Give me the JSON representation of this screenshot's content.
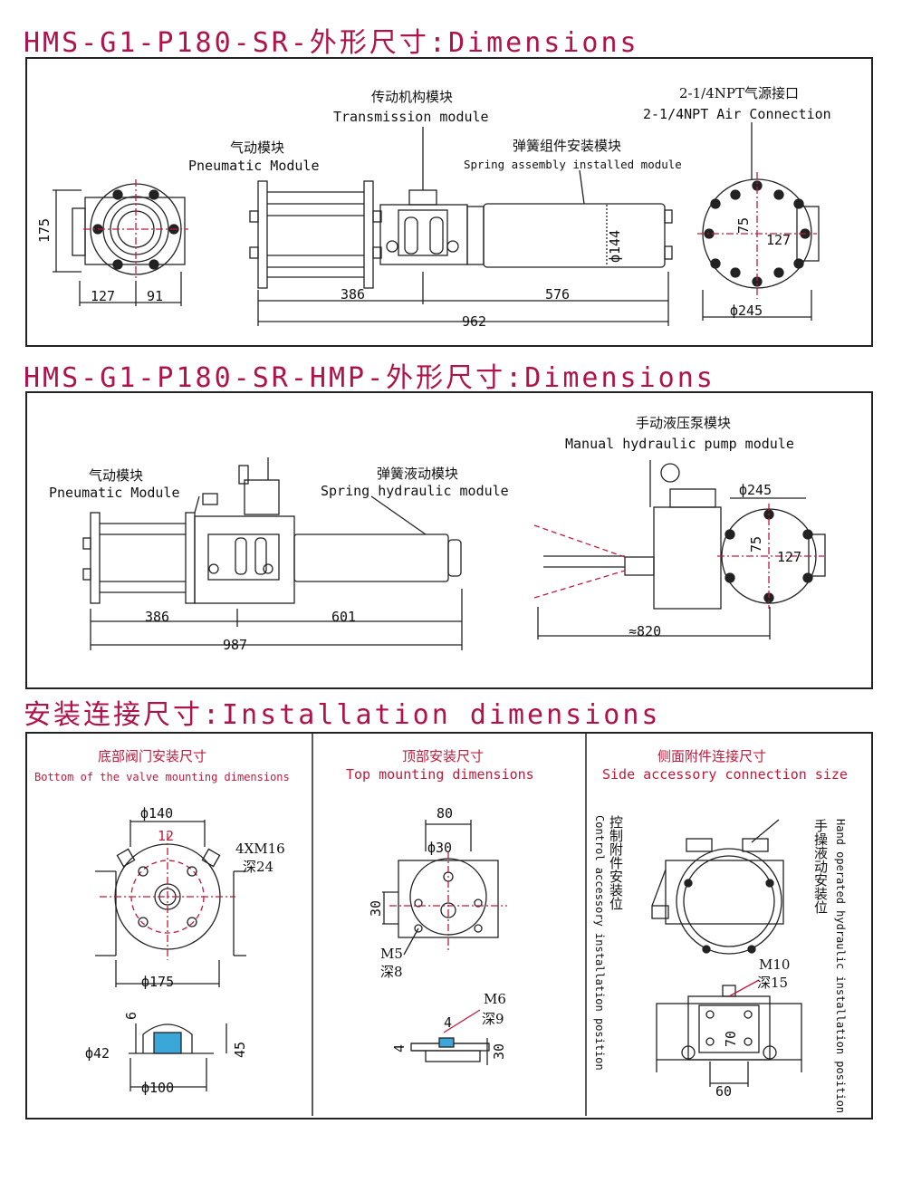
{
  "titles": {
    "t1": "HMS-G1-P180-SR-外形尺寸:Dimensions",
    "t2": "HMS-G1-P180-SR-HMP-外形尺寸:Dimensions",
    "t3": "安装连接尺寸:Installation dimensions"
  },
  "panel1": {
    "transmission_cn": "传动机构模块",
    "transmission_en": "Transmission module",
    "pneumatic_cn": "气动模块",
    "pneumatic_en": "Pneumatic Module",
    "spring_cn": "弹簧组件安装模块",
    "spring_en": "Spring assembly installed module",
    "air_cn": "2-1/4NPT气源接口",
    "air_en": "2-1/4NPT Air Connection",
    "dim_175": "175",
    "dim_127": "127",
    "dim_91": "91",
    "dim_386": "386",
    "dim_576": "576",
    "dim_962": "962",
    "dim_phi144": "ф144",
    "dim_75": "75",
    "dim_127b": "127",
    "dim_phi245": "ф245"
  },
  "panel2": {
    "pneumatic_cn": "气动模块",
    "pneumatic_en": "Pneumatic Module",
    "spring_cn": "弹簧液动模块",
    "spring_en": "Spring hydraulic module",
    "pump_cn": "手动液压泵模块",
    "pump_en": "Manual hydraulic pump module",
    "dim_386": "386",
    "dim_601": "601",
    "dim_987": "987",
    "dim_phi245": "ф245",
    "dim_75": "75",
    "dim_127": "127",
    "dim_820": "≈820"
  },
  "panel3a": {
    "title_cn": "底部阀门安装尺寸",
    "title_en": "Bottom of the valve mounting dimensions",
    "dim_phi140": "ф140",
    "dim_12": "12",
    "thread": "4XM16",
    "depth": "深24",
    "dim_phi175": "ф175",
    "dim_6": "6",
    "dim_phi42": "ф42",
    "dim_45": "45",
    "dim_phi100": "ф100"
  },
  "panel3b": {
    "title_cn": "顶部安装尺寸",
    "title_en": "Top mounting dimensions",
    "dim_80": "80",
    "dim_phi30": "ф30",
    "dim_30": "30",
    "thread": "M5",
    "depth": "深8",
    "thread2": "M6",
    "dim_4": "4",
    "depth2": "深9",
    "dim_4b": "4",
    "dim_30b": "30"
  },
  "panel3c": {
    "title_cn": "侧面附件连接尺寸",
    "title_en": "Side accessory connection size",
    "left_cn": "控制附件安装位",
    "left_en": "Control accessory installation position",
    "right_cn": "手操液动安装位",
    "right_en": "Hand operated hydraulic installation position",
    "thread": "M10",
    "depth": "深15",
    "dim_70": "70",
    "dim_60": "60"
  }
}
